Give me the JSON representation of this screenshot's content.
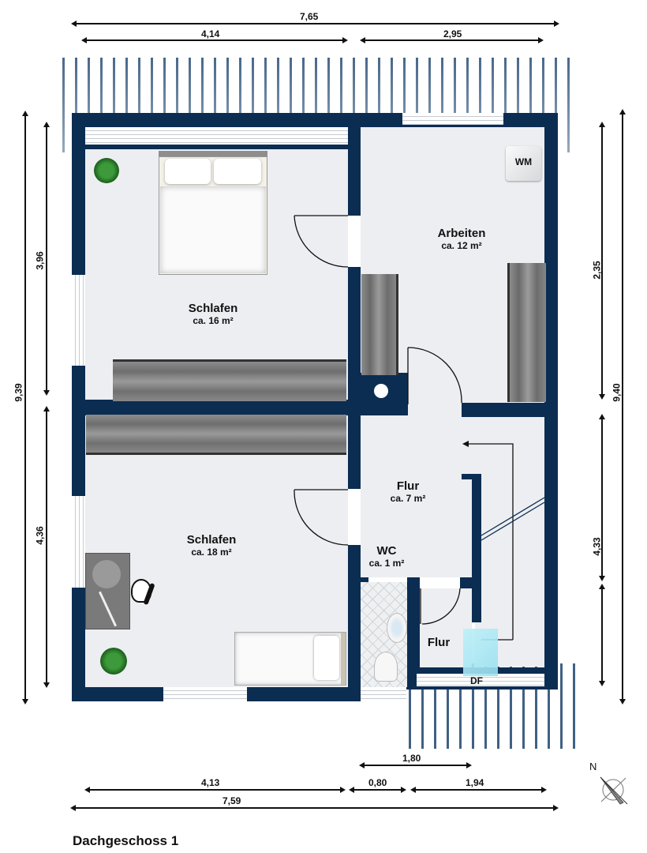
{
  "plan": {
    "title": "Dachgeschoss 1",
    "wall_color": "#0c2d52",
    "floor_color": "#eceef1",
    "rooms": [
      {
        "name": "Schlafen",
        "area": "ca. 16 m²"
      },
      {
        "name": "Arbeiten",
        "area": "ca. 12 m²"
      },
      {
        "name": "Flur",
        "area": "ca. 7 m²"
      },
      {
        "name": "Schlafen",
        "area": "ca. 18 m²"
      },
      {
        "name": "WC",
        "area": "ca. 1 m²"
      },
      {
        "name": "Flur",
        "area": ""
      }
    ],
    "fixtures": {
      "washing_machine": "WM",
      "roof_window": "DF"
    }
  },
  "dimensions": {
    "top": {
      "total": "7,65",
      "left": "4,14",
      "right": "2,95"
    },
    "left": {
      "total": "9,39",
      "upper": "3,96",
      "lower": "4,36"
    },
    "right": {
      "total": "9,40",
      "upper": "2,35",
      "lower": "4,33"
    },
    "bottom": {
      "total": "7,59",
      "left": "4,13",
      "middle": "0,80",
      "right": "1,94",
      "dormer": "1,80"
    }
  },
  "compass": {
    "north_label": "N"
  }
}
